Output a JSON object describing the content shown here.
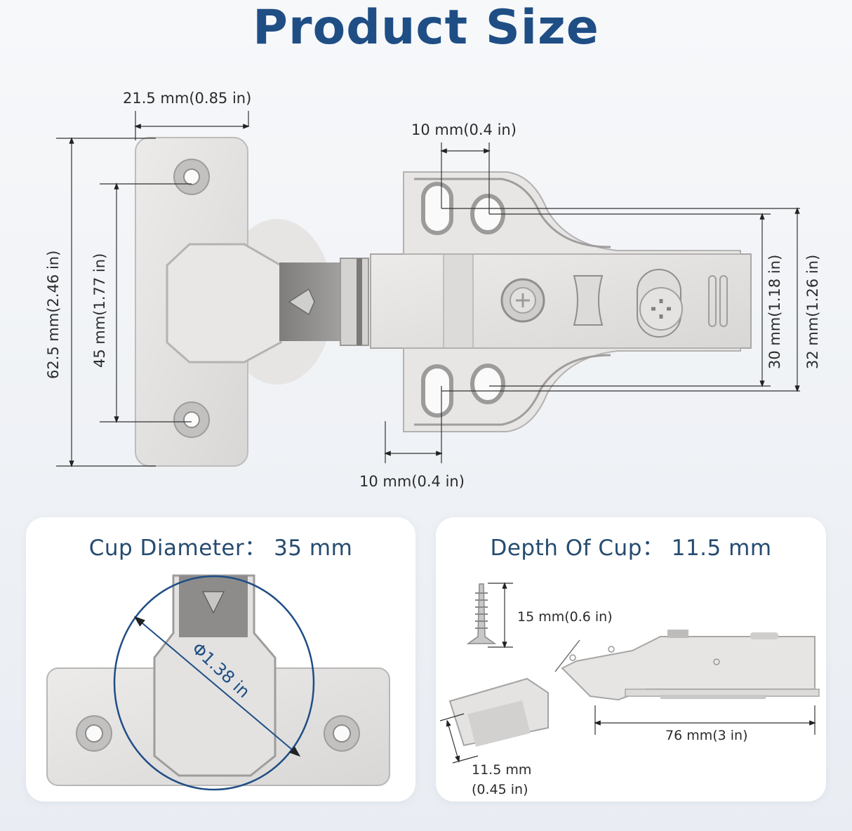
{
  "title": "Product Size",
  "top_view": {
    "plate_width": "21.5 mm(0.85 in)",
    "plate_height": "62.5 mm(2.46 in)",
    "hole_spacing": "45 mm(1.77 in)",
    "arm_hole_spacing_top": "10 mm(0.4 in)",
    "arm_hole_offset_bottom": "10 mm(0.4 in)",
    "arm_inner_spacing": "30 mm(1.18 in)",
    "arm_outer_spacing": "32 mm(1.26 in)"
  },
  "panels": [
    {
      "title": "Cup Diameter： 35 mm",
      "diameter_label": "Φ1.38 in"
    },
    {
      "title": "Depth Of Cup： 11.5 mm",
      "screw_length": "15 mm(0.6 in)",
      "arm_length": "76 mm(3 in)",
      "cup_depth_line1": "11.5 mm",
      "cup_depth_line2": "(0.45 in)"
    }
  ],
  "colors": {
    "title_blue": "#1f4e85",
    "panel_title_blue": "#264b70",
    "circle_blue": "#1f4e85",
    "metal_light": "#e4e3e2",
    "metal_mid": "#c9c8c7",
    "metal_dark": "#8c8b8b"
  }
}
